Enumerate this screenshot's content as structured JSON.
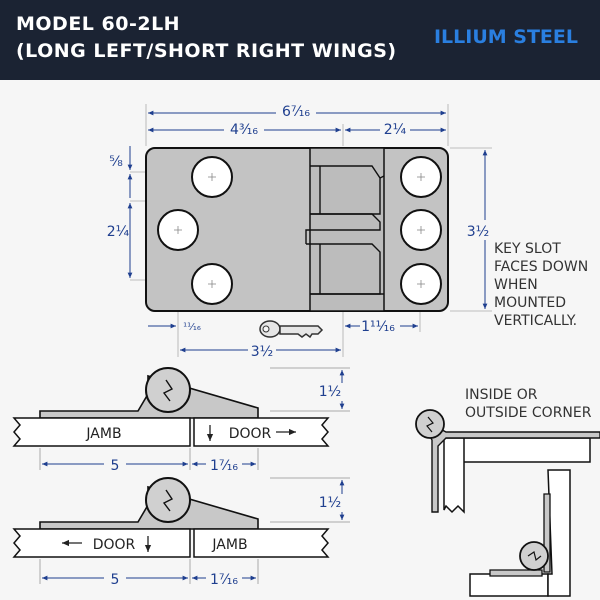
{
  "header": {
    "title_line1": "MODEL 60-2LH",
    "title_line2": "(LONG LEFT/SHORT RIGHT WINGS)",
    "brand": "ILLIUM STEEL"
  },
  "top_view": {
    "overall_width": "6⁷⁄₁₆",
    "left_wing_width": "4³⁄₁₆",
    "right_wing_width": "2¼",
    "top_offset": "⅝",
    "hole_spacing": "2¼",
    "height": "3½",
    "left_hole_offset": "¹¹⁄₁₆",
    "right_hole_offset": "1¹¹⁄₁₆",
    "hole_span": "3½"
  },
  "key_slot_note": "KEY SLOT\nFACES DOWN\nWHEN\nMOUNTED\nVERTICALLY.",
  "side_view_1": {
    "left_label": "JAMB",
    "right_label": "DOOR",
    "left_dim": "5",
    "right_dim": "1⁷⁄₁₆",
    "height_dim": "1½"
  },
  "side_view_2": {
    "left_label": "DOOR",
    "right_label": "JAMB",
    "left_dim": "5",
    "right_dim": "1⁷⁄₁₆",
    "height_dim": "1½"
  },
  "corner_note": "INSIDE OR\nOUTSIDE CORNER",
  "colors": {
    "header_bg": "#1b2333",
    "brand": "#2a7fe0",
    "dimension": "#1f3f8f"
  }
}
